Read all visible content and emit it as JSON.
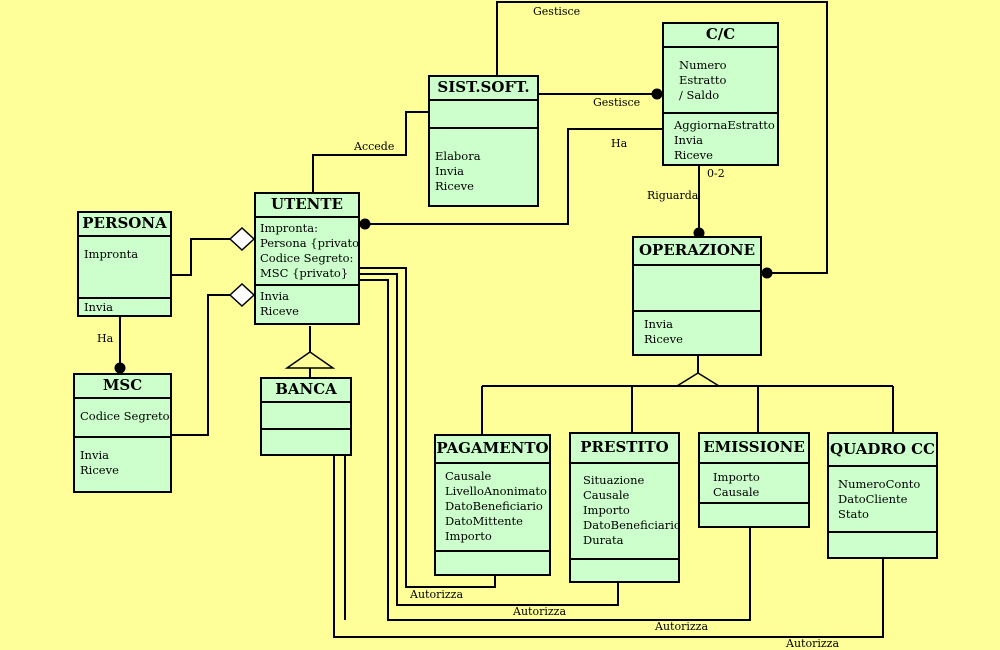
{
  "classes": {
    "sist_soft": {
      "name": "SIST.SOFT.",
      "attributes": [],
      "operations": [
        "Elabora",
        "Invia",
        "Riceve"
      ]
    },
    "cc": {
      "name": "C/C",
      "attributes": [
        "Numero",
        "Estratto",
        "/ Saldo"
      ],
      "operations": [
        "AggiornaEstratto",
        "Invia",
        "Riceve"
      ]
    },
    "utente": {
      "name": "UTENTE",
      "attributes": [
        "Impronta:",
        "Persona {privato}",
        "Codice Segreto:",
        "MSC {privato}"
      ],
      "operations": [
        "Invia",
        "Riceve"
      ]
    },
    "persona": {
      "name": "PERSONA",
      "attributes": [
        "Impronta"
      ],
      "operations": [
        "Invia"
      ]
    },
    "msc": {
      "name": "MSC",
      "attributes": [
        "Codice Segreto"
      ],
      "operations": [
        "Invia",
        "Riceve"
      ]
    },
    "banca": {
      "name": "BANCA",
      "attributes": [],
      "operations": []
    },
    "operazione": {
      "name": "OPERAZIONE",
      "attributes": [],
      "operations": [
        "Invia",
        "Riceve"
      ]
    },
    "pagamento": {
      "name": "PAGAMENTO",
      "attributes": [
        "Causale",
        "LivelloAnonimato",
        "DatoBeneficiario",
        "DatoMittente",
        "Importo"
      ],
      "operations": []
    },
    "prestito": {
      "name": "PRESTITO",
      "attributes": [
        "Situazione",
        "Causale",
        "Importo",
        "DatoBeneficiario",
        "Durata"
      ],
      "operations": []
    },
    "emissione": {
      "name": "EMISSIONE",
      "attributes": [
        "Importo",
        "Causale"
      ],
      "operations": []
    },
    "quadro_cc": {
      "name": "QUADRO CC",
      "attributes": [
        "NumeroConto",
        "DatoCliente",
        "Stato"
      ],
      "operations": []
    }
  },
  "labels": {
    "gestisce_top": "Gestisce",
    "gestisce_mid": "Gestisce",
    "accede": "Accede",
    "ha_cc": "Ha",
    "ha_persona": "Ha",
    "riguarda": "Riguarda",
    "multiplicity_cc": "0-2",
    "autorizza_pagamento": "Autorizza",
    "autorizza_prestito": "Autorizza",
    "autorizza_emissione": "Autorizza",
    "autorizza_quadro": "Autorizza"
  },
  "colors": {
    "background": "#ffff99",
    "box_fill": "#ccffcc",
    "line": "#000000"
  }
}
